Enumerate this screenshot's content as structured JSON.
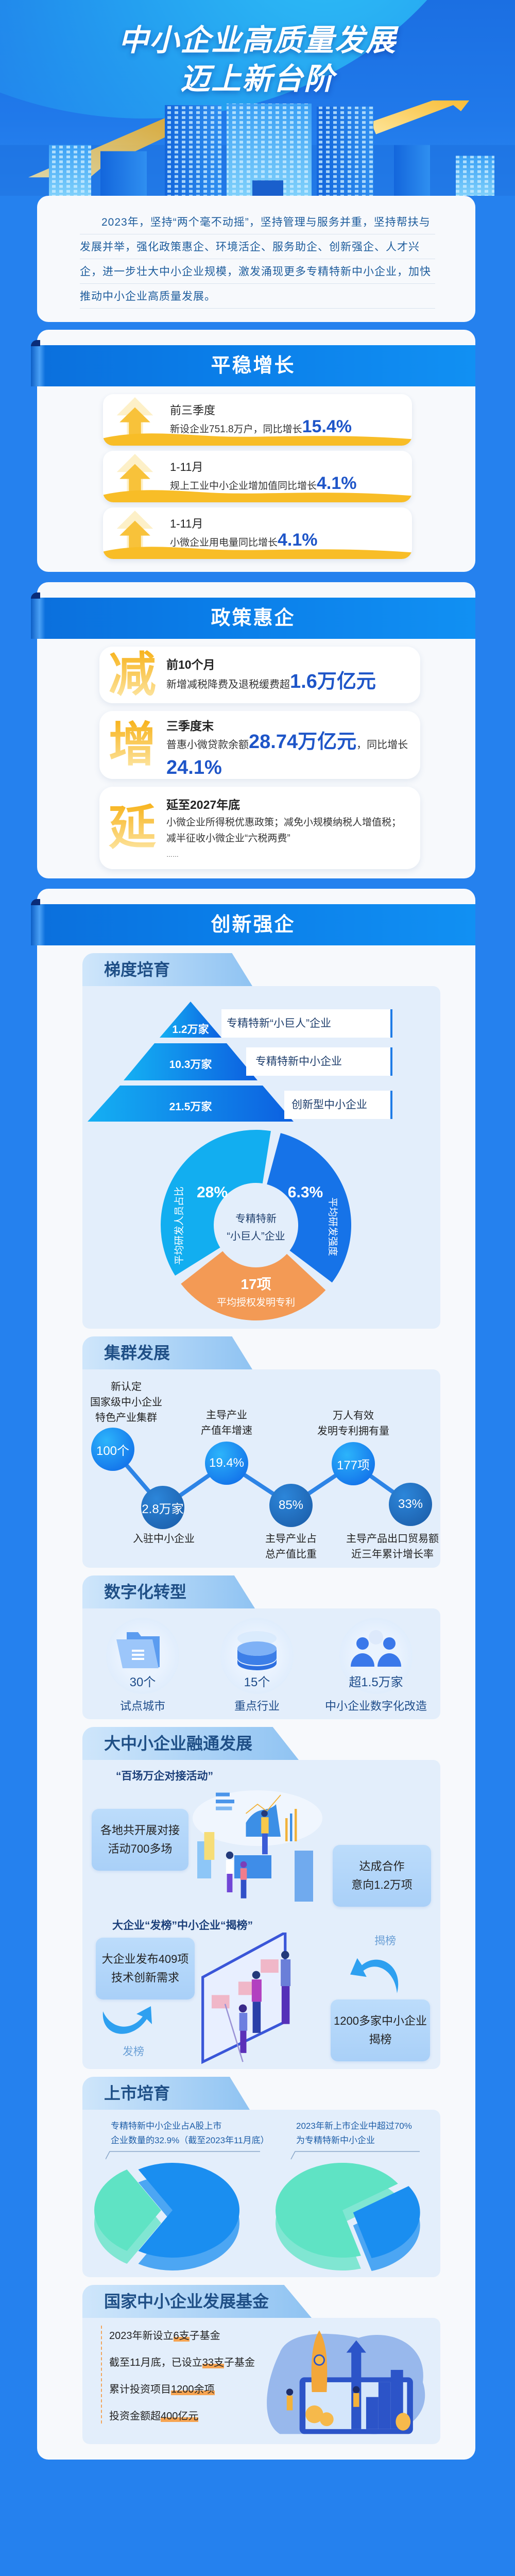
{
  "hero": {
    "title_line1": "中小企业高质量发展",
    "title_line2": "迈上新台阶"
  },
  "intro": {
    "text": "2023年，坚持“两个毫不动摇”，坚持管理与服务并重，坚持帮扶与发展并举，强化政策惠企、环境活企、服务助企、创新强企、人才兴企，进一步壮大中小企业规模，激发涌现更多专精特新中小企业，加快推动中小企业高质量发展。"
  },
  "growth": {
    "header": "平稳增长",
    "items": [
      {
        "period": "前三季度",
        "text": "新设企业751.8万户，同比增长",
        "value": "15.4%"
      },
      {
        "period": "1-11月",
        "text": "规上工业中小企业增加值同比增长",
        "value": "4.1%"
      },
      {
        "period": "1-11月",
        "text": "小微企业用电量同比增长",
        "value": "4.1%"
      }
    ]
  },
  "policy": {
    "header": "政策惠企",
    "items": [
      {
        "char": "减",
        "period": "前10个月",
        "text": "新增减税降费及退税缓费超",
        "value": "1.6万亿元"
      },
      {
        "char": "增",
        "period": "三季度末",
        "text": "普惠小微贷款余额",
        "value": "28.74万亿元",
        "text2": "，同比增长",
        "value2": "24.1%"
      },
      {
        "char": "延",
        "period": "延至2027年底",
        "text": "小微企业所得税优惠政策；减免小规模纳税人增值税；减半征收小微企业“六税两费”",
        "ellipsis": "……"
      }
    ]
  },
  "innovation": {
    "header": "创新强企",
    "gradient": {
      "tab": "梯度培育",
      "tiers": [
        {
          "value": "1.2万家",
          "label": "专精特新“小巨人”企业"
        },
        {
          "value": "10.3万家",
          "label": "专精特新中小企业"
        },
        {
          "value": "21.5万家",
          "label": "创新型中小企业"
        }
      ],
      "ring": {
        "center_line1": "专精特新",
        "center_line2": "“小巨人”企业",
        "segments": [
          {
            "label": "平均研发人员占比",
            "value": "28%",
            "color": "#12aef0"
          },
          {
            "label": "平均研发强度",
            "value": "6.3%",
            "color": "#1673e8"
          },
          {
            "label": "平均授权发明专利",
            "value": "17项",
            "color": "#f39a55"
          }
        ]
      }
    },
    "cluster": {
      "tab": "集群发展",
      "nodes": [
        {
          "value": "100个",
          "label": [
            "新认定",
            "国家级中小企业",
            "特色产业集群"
          ]
        },
        {
          "value": "2.8万家",
          "label": [
            "入驻中小企业"
          ]
        },
        {
          "value": "19.4%",
          "label": [
            "主导产业",
            "产值年增速"
          ]
        },
        {
          "value": "85%",
          "label": [
            "主导产业占",
            "总产值比重"
          ]
        },
        {
          "value": "177项",
          "label": [
            "万人有效",
            "发明专利拥有量"
          ]
        },
        {
          "value": "33%",
          "label": [
            "主导产品出口贸易额",
            "近三年累计增长率"
          ]
        }
      ]
    },
    "digital": {
      "tab": "数字化转型",
      "items": [
        {
          "value": "30个",
          "label": "试点城市",
          "icon": "folder-icon"
        },
        {
          "value": "15个",
          "label": "重点行业",
          "icon": "database-icon"
        },
        {
          "value": "超1.5万家",
          "label": "中小企业数字化改造",
          "icon": "users-icon"
        }
      ]
    },
    "fusion": {
      "tab": "大中小企业融通发展",
      "matchmaking": {
        "title": "“百场万企对接活动”",
        "box1": [
          "各地共开展对接",
          "活动700多场"
        ],
        "box2": [
          "达成合作",
          "意向1.2万项"
        ]
      },
      "bang": {
        "title": "大企业“发榜”中小企业“揭榜”",
        "box1": [
          "大企业发布409项",
          "技术创新需求"
        ],
        "box2": [
          "1200多家中小企业",
          "揭榜"
        ],
        "arrow1": "发榜",
        "arrow2": "揭榜"
      }
    },
    "listing": {
      "tab": "上市培育",
      "pies": [
        {
          "caption": [
            "专精特新中小企业占A股上市",
            "企业数量的32.9%（截至2023年11月底）"
          ],
          "share": 0.329
        },
        {
          "caption": [
            "2023年新上市企业中超过70%",
            "为专精特新中小企业"
          ],
          "share": 0.7
        }
      ]
    },
    "fund": {
      "tab": "国家中小企业发展基金",
      "lines": [
        {
          "pre": "2023年新设立",
          "hl": "6支",
          "post": "子基金"
        },
        {
          "pre": "截至11月底，已设立",
          "hl": "33支",
          "post": "子基金"
        },
        {
          "pre": "累计投资项目",
          "hl": "1200余项",
          "post": ""
        },
        {
          "pre": "投资金额超",
          "hl": "400亿元",
          "post": ""
        }
      ]
    }
  },
  "colors": {
    "page_bg": "#2581ee",
    "accent_blue": "#1e55c8",
    "accent_yellow": "#f7b21a",
    "orange": "#f39a55",
    "pie_green": "#5fe3c4",
    "pie_blue": "#1a8ef0"
  }
}
